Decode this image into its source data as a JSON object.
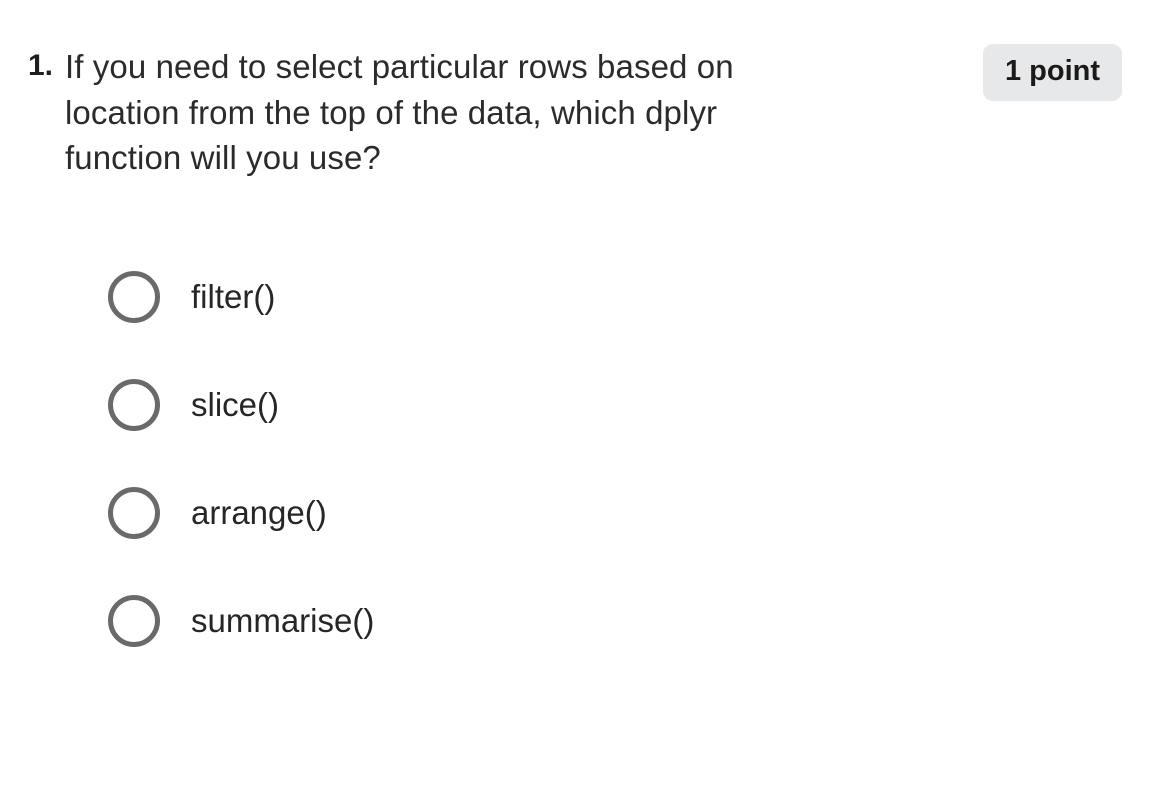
{
  "question": {
    "number": "1.",
    "text": "If you need to select particular rows based on location from the top of the data, which dplyr function will you use?",
    "points_label": "1 point"
  },
  "options": [
    {
      "label": "filter()",
      "selected": false
    },
    {
      "label": "slice()",
      "selected": false
    },
    {
      "label": "arrange()",
      "selected": false
    },
    {
      "label": "summarise()",
      "selected": false
    }
  ],
  "colors": {
    "page_background": "#ffffff",
    "question_text": "#2b2b2b",
    "option_text": "#262626",
    "badge_background": "#e7e8ea",
    "badge_text": "#1a1a1a",
    "radio_border": "#6a6a6a"
  }
}
